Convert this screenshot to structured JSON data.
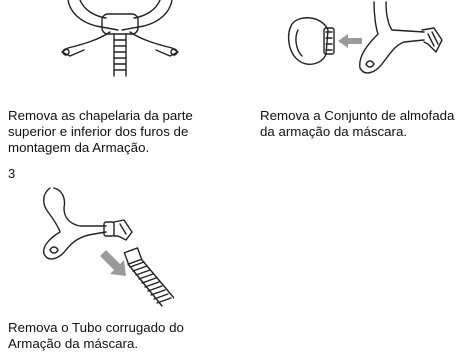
{
  "steps": [
    {
      "number": "",
      "caption": "Remova as chapelaria da parte\nsuperior e inferior dos furos de\nmontagem da Armação."
    },
    {
      "number": "",
      "caption": "Remova a Conjunto de almofada\nda armação da máscara."
    },
    {
      "number": "3",
      "caption": "Remova o Tubo corrugado do\nArmação da máscara."
    }
  ],
  "colors": {
    "line": "#222222",
    "arrow": "#9a9a9a",
    "text": "#111111"
  }
}
